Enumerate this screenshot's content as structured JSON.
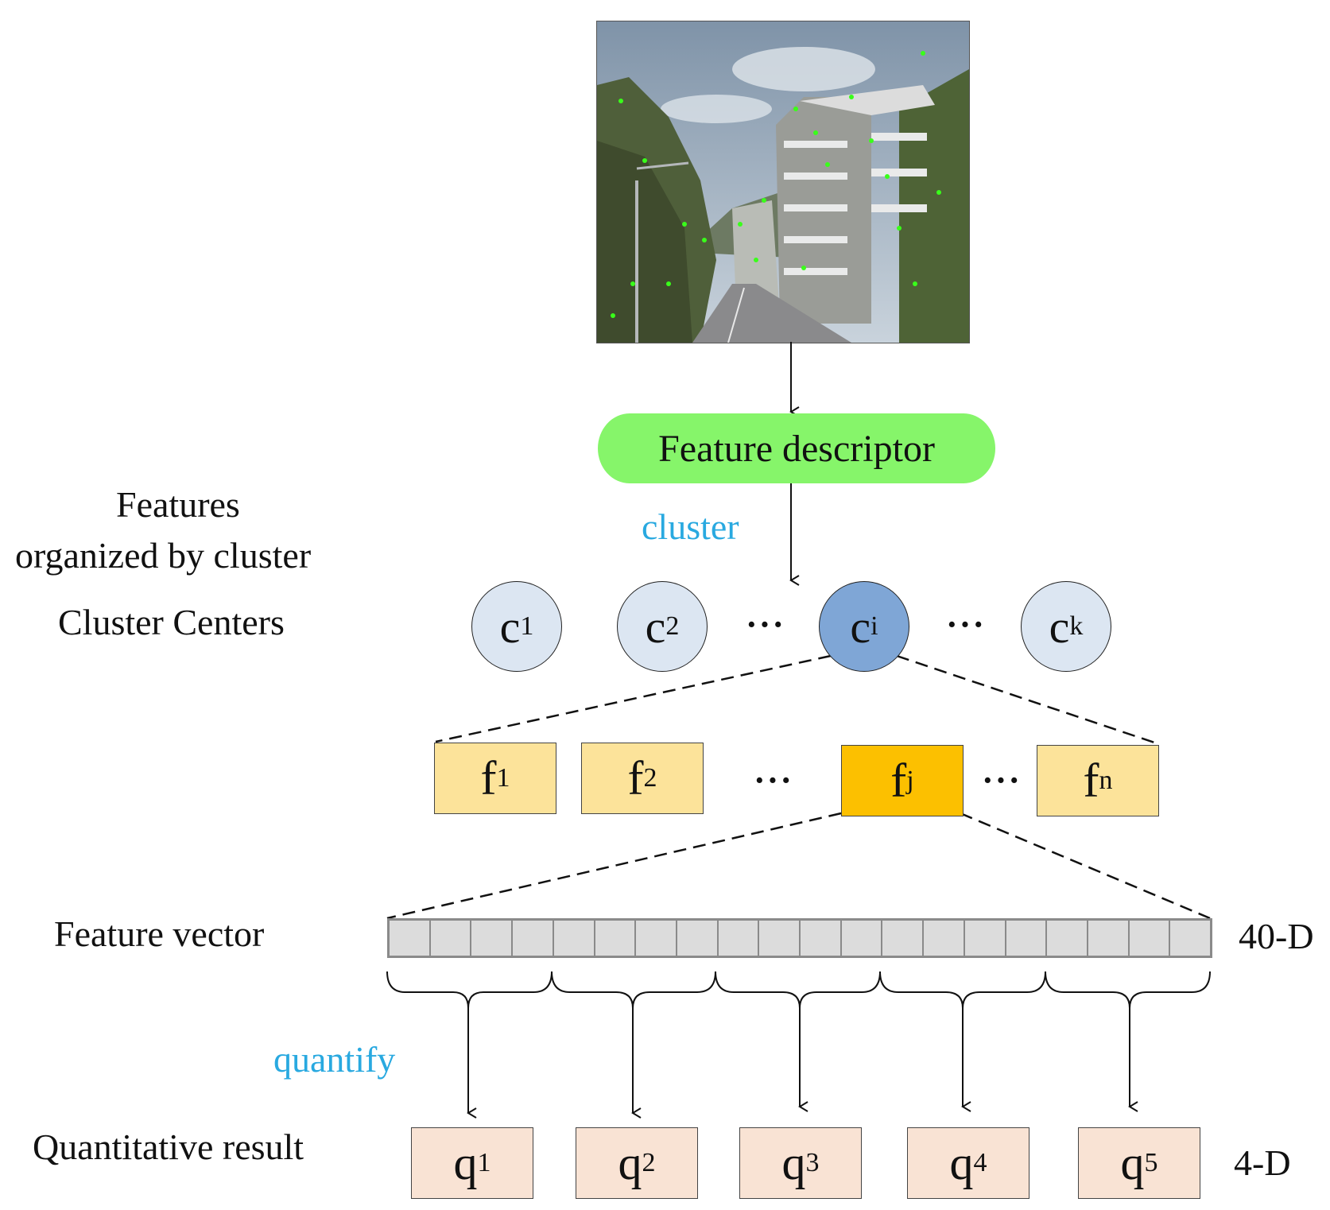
{
  "labels": {
    "features_line1": "Features",
    "features_line2": "organized by cluster",
    "cluster_centers": "Cluster Centers",
    "feature_vector": "Feature vector",
    "quantitative_result": "Quantitative result",
    "dim_40": "40-D",
    "dim_4": "4-D"
  },
  "edge_labels": {
    "cluster": "cluster",
    "quantify": "quantify"
  },
  "descriptor": {
    "label": "Feature descriptor",
    "color": "#86f56a"
  },
  "clusters": [
    {
      "base": "c",
      "sub": "1",
      "active": false
    },
    {
      "base": "c",
      "sub": "2",
      "active": false
    },
    {
      "base": "c",
      "sub": "i",
      "active": true
    },
    {
      "base": "c",
      "sub": "k",
      "active": false
    }
  ],
  "features": [
    {
      "base": "f",
      "sub": "1",
      "active": false
    },
    {
      "base": "f",
      "sub": "2",
      "active": false
    },
    {
      "base": "f",
      "sub": "j",
      "active": true
    },
    {
      "base": "f",
      "sub": "n",
      "active": false
    }
  ],
  "quantized": [
    {
      "base": "q",
      "sub": "1"
    },
    {
      "base": "q",
      "sub": "2"
    },
    {
      "base": "q",
      "sub": "3"
    },
    {
      "base": "q",
      "sub": "4"
    },
    {
      "base": "q",
      "sub": "5"
    }
  ],
  "ellipsis": "···",
  "vector_cells": 20,
  "colors": {
    "accent_text": "#29a9e0",
    "cluster_fill": "#dce6f2",
    "cluster_active_fill": "#7fa6d6",
    "feature_fill": "#fce39a",
    "feature_active_fill": "#fcc000",
    "quant_fill": "#f9e3d4",
    "vector_fill": "#dcdcdc"
  },
  "image": {
    "icon": "street-view-photo"
  }
}
